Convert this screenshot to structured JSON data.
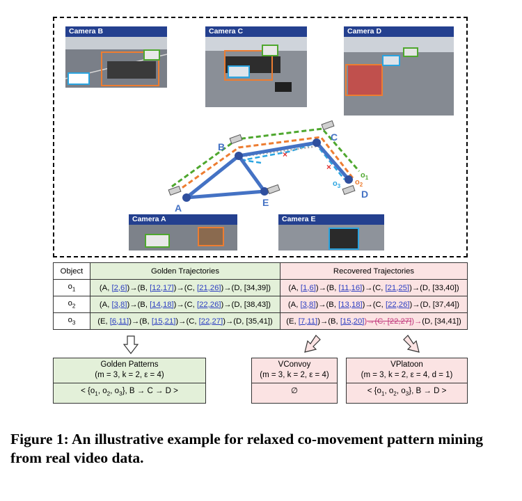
{
  "cameras": {
    "b": "Camera B",
    "c": "Camera C",
    "d": "Camera D",
    "a": "Camera A",
    "e": "Camera E"
  },
  "graph": {
    "nodes": {
      "a": "A",
      "b": "B",
      "c": "C",
      "d": "D",
      "e": "E"
    },
    "objects": {
      "o1": "o",
      "o2": "o",
      "o3": "o",
      "s1": "1",
      "s2": "2",
      "s3": "3"
    },
    "colors": {
      "blue": "#4472c4",
      "orange": "#ed7d31",
      "green": "#4ea72e",
      "gray": "#a6a6a6",
      "light_blue": "#2aa4e0",
      "red": "#e03030"
    }
  },
  "table": {
    "headers": {
      "object": "Object",
      "golden": "Golden Trajectories",
      "recovered": "Recovered Trajectories"
    },
    "rows": [
      {
        "obj": "o",
        "sub": "1",
        "golden": [
          {
            "t": "(A, "
          },
          {
            "t": "[2,6]",
            "s": "u"
          },
          {
            "t": ")→(B, "
          },
          {
            "t": "[12,17]",
            "s": "u"
          },
          {
            "t": ")→(C, "
          },
          {
            "t": "[21,26]",
            "s": "u"
          },
          {
            "t": ")→(D, [34,39])"
          }
        ],
        "recovered": [
          {
            "t": "(A, "
          },
          {
            "t": "[1,6]",
            "s": "u"
          },
          {
            "t": ")→(B, "
          },
          {
            "t": "[11,16]",
            "s": "u"
          },
          {
            "t": ")→(C, "
          },
          {
            "t": "[21,25]",
            "s": "u"
          },
          {
            "t": ")→(D, [33,40])"
          }
        ]
      },
      {
        "obj": "o",
        "sub": "2",
        "golden": [
          {
            "t": "(A, "
          },
          {
            "t": "[3,8]",
            "s": "u"
          },
          {
            "t": ")→(B, "
          },
          {
            "t": "[14,18]",
            "s": "u"
          },
          {
            "t": ")→(C, "
          },
          {
            "t": "[22,26]",
            "s": "u"
          },
          {
            "t": ")→(D, [38,43])"
          }
        ],
        "recovered": [
          {
            "t": "(A, "
          },
          {
            "t": "[3,8]",
            "s": "u"
          },
          {
            "t": ")→(B, "
          },
          {
            "t": "[13,18]",
            "s": "u"
          },
          {
            "t": ")→(C, "
          },
          {
            "t": "[22,26]",
            "s": "u"
          },
          {
            "t": ")→(D, [37,44])"
          }
        ]
      },
      {
        "obj": "o",
        "sub": "3",
        "golden": [
          {
            "t": "(E, "
          },
          {
            "t": "[6,11]",
            "s": "u"
          },
          {
            "t": ")→(B, "
          },
          {
            "t": "[15,21]",
            "s": "u"
          },
          {
            "t": ")→(C, "
          },
          {
            "t": "[22,27]",
            "s": "u"
          },
          {
            "t": ")→(D, [35,41])"
          }
        ],
        "recovered": [
          {
            "t": "(E, "
          },
          {
            "t": "[7,11]",
            "s": "u"
          },
          {
            "t": ")→(B, "
          },
          {
            "t": "[15,20]",
            "s": "u"
          },
          {
            "t": ")",
            "s": "red"
          },
          {
            "t": "→(C, ",
            "s": "strike"
          },
          {
            "t": "[22,27]",
            "s": "strike"
          },
          {
            "t": ")→",
            "s": "red"
          },
          {
            "t": "(D, [34,41])"
          }
        ]
      }
    ]
  },
  "patterns": {
    "golden": {
      "title": "Golden Patterns",
      "params": "(m = 3, k = 2, ε = 4)",
      "result": [
        {
          "t": "< {o"
        },
        {
          "t": "1",
          "s": "sub"
        },
        {
          "t": ", o"
        },
        {
          "t": "2",
          "s": "sub"
        },
        {
          "t": ", o"
        },
        {
          "t": "3",
          "s": "sub"
        },
        {
          "t": "}, B → C → D >"
        }
      ]
    },
    "vconvoy": {
      "title": "VConvoy",
      "params": "(m = 3, k = 2, ε = 4)",
      "result": [
        {
          "t": "∅"
        }
      ]
    },
    "vplatoon": {
      "title": "VPlatoon",
      "params": "(m = 3, k = 2, ε = 4, d = 1)",
      "result": [
        {
          "t": "< {o"
        },
        {
          "t": "1",
          "s": "sub"
        },
        {
          "t": ", o"
        },
        {
          "t": "2",
          "s": "sub"
        },
        {
          "t": ", o"
        },
        {
          "t": "3",
          "s": "sub"
        },
        {
          "t": "}, B → D >"
        }
      ]
    }
  },
  "caption": "Figure 1: An illustrative example for relaxed co-movement pattern mining from real video data."
}
